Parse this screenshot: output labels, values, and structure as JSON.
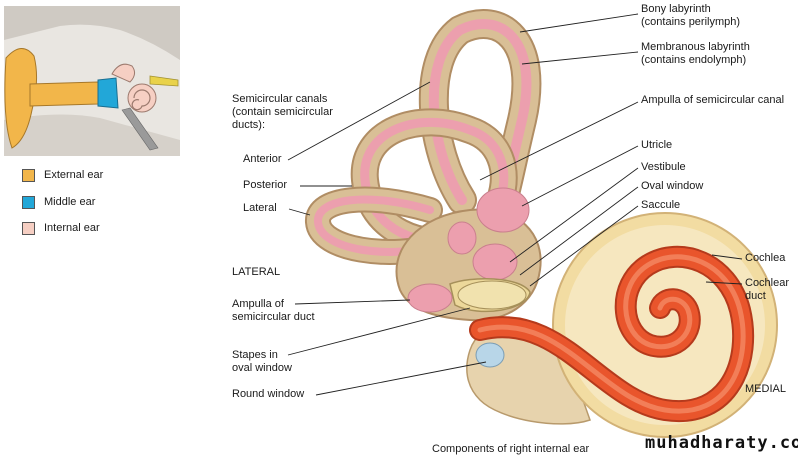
{
  "colors": {
    "external": "#f2b64a",
    "middle": "#22a7d8",
    "internal": "#f6cfc3",
    "bony": "#d9bf96",
    "membranous": "#ec9fae",
    "cochlea_duct": "#e9552c",
    "leader": "#222222"
  },
  "legend": [
    {
      "label": "External ear",
      "swatch": "external"
    },
    {
      "label": "Middle ear",
      "swatch": "middle"
    },
    {
      "label": "Internal ear",
      "swatch": "internal"
    }
  ],
  "labels": {
    "bony_labyrinth": "Bony labyrinth\n(contains perilymph)",
    "membranous_labyrinth": "Membranous labyrinth\n(contains endolymph)",
    "ampulla_canal": "Ampulla of semicircular canal",
    "semicircular_canals": "Semicircular canals\n(contain semicircular\nducts):",
    "anterior": "Anterior",
    "posterior": "Posterior",
    "lateral": "Lateral",
    "utricle": "Utricle",
    "vestibule": "Vestibule",
    "oval_window": "Oval window",
    "saccule": "Saccule",
    "lateral_dir": "LATERAL",
    "cochlea": "Cochlea",
    "cochlear_duct": "Cochlear\nduct",
    "ampulla_duct": "Ampulla of\nsemicircular duct",
    "stapes": "Stapes in\noval window",
    "round_window": "Round window",
    "medial_dir": "MEDIAL"
  },
  "caption": "Components of right internal ear",
  "watermark": "muhadharaty.com"
}
